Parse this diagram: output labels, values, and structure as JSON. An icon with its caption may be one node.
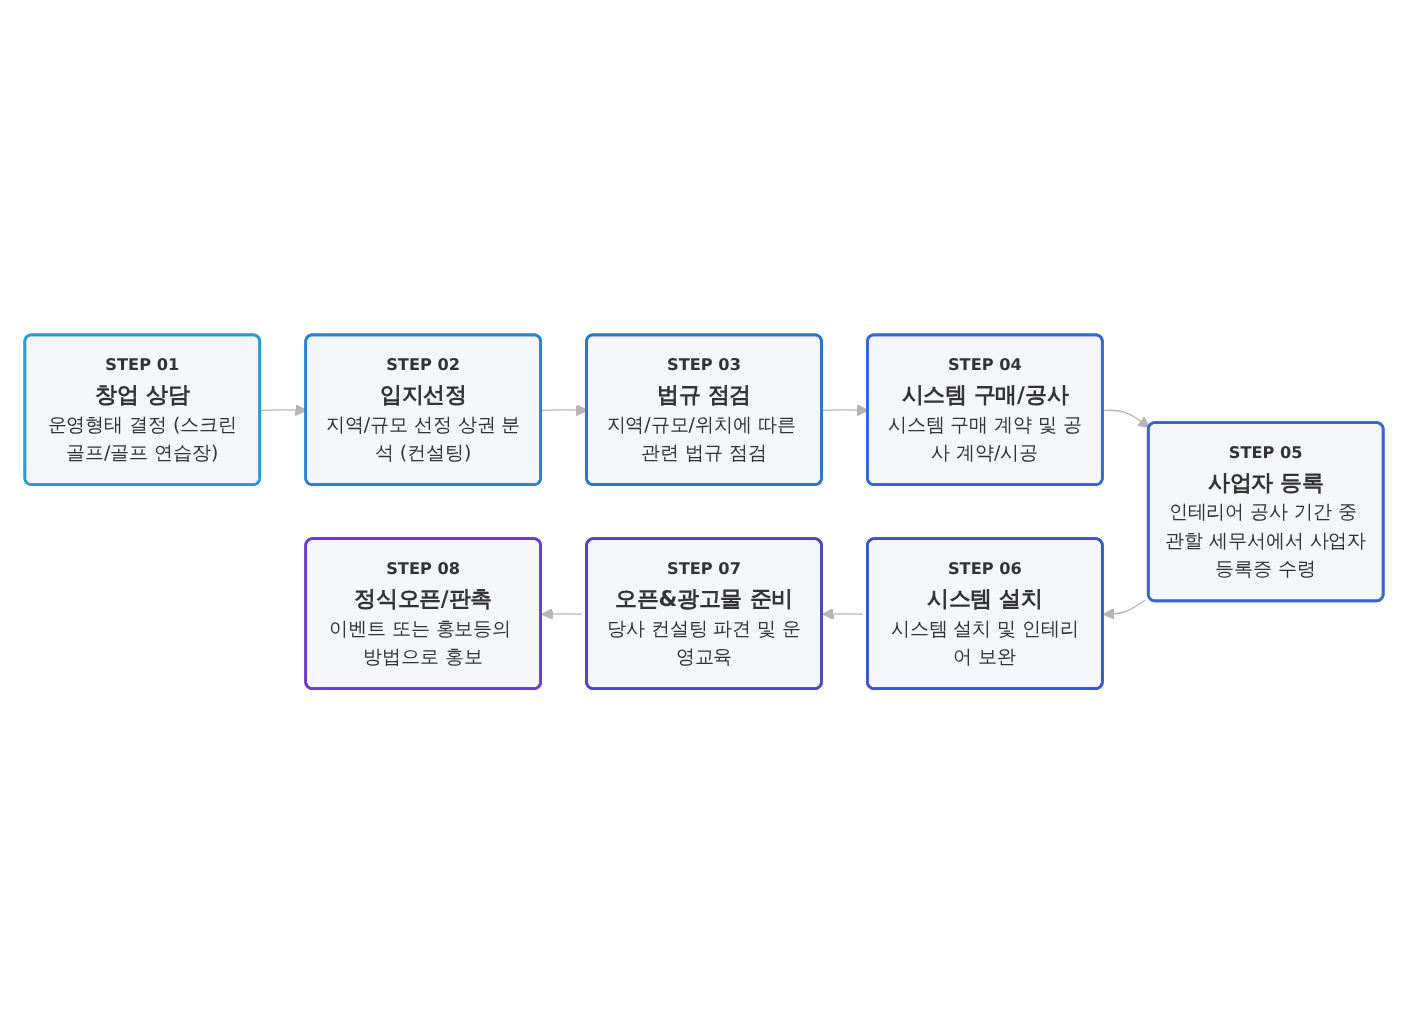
{
  "diagram": {
    "nodes": [
      {
        "text": [
          "STEP 01",
          "창업 상담",
          "운영형태 결정 (스크린골프/골프 연습장)"
        ]
      },
      {
        "text": [
          "STEP 02",
          "입지선정",
          "지역/규모 선정 상권 분석 (컨설팅)"
        ]
      },
      {
        "text": [
          "STEP 03",
          "법규 점검",
          "지역/규모/위치에 따른 관련 법규 점검"
        ]
      },
      {
        "text": [
          "STEP 04",
          "시스템 구매/공사",
          "시스템 구매 계약 및 공사 계약/시공"
        ]
      },
      {
        "text": [
          "STEP 05",
          "사업자 등록",
          "인테리어 공사 기간 중 관할 세무서에서 사업자등록증 수령"
        ]
      },
      {
        "text": [
          "STEP 06",
          "시스템 설치",
          "시스템 설치 및 인테리어 보완"
        ]
      },
      {
        "text": [
          "STEP 07",
          "오픈&광고물 준비",
          "당사 컨설팅 파견 및 운영교육"
        ]
      },
      {
        "text": [
          "STEP 08",
          "정식오픈/판촉",
          "이벤트 또는 홍보등의 방법으로 홍보"
        ]
      }
    ],
    "edges": [
      {
        "from": 0,
        "to": 1,
        "arrow": "to"
      },
      {
        "from": 1,
        "to": 2,
        "arrow": "to"
      },
      {
        "from": 2,
        "to": 3,
        "arrow": "to"
      },
      {
        "from": 3,
        "to": 4,
        "arrow": "to"
      },
      {
        "from": 4,
        "to": 5,
        "arrow": "to"
      },
      {
        "from": 5,
        "to": 6,
        "arrow": "to"
      },
      {
        "from": 6,
        "to": 7,
        "arrow": "to"
      }
    ]
  }
}
